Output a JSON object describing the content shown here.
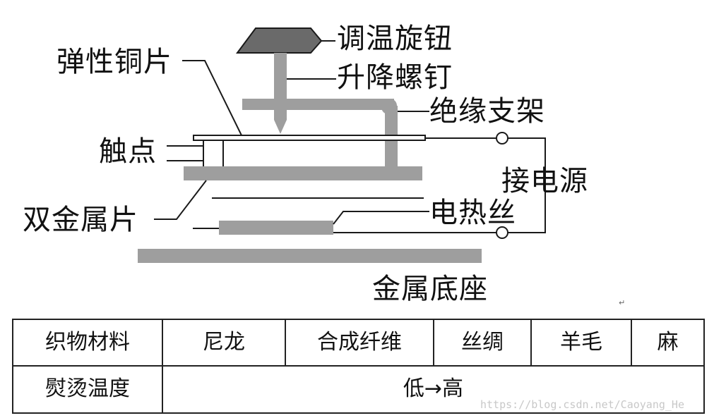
{
  "diagram": {
    "labels": {
      "knob": "调温旋钮",
      "screw": "升降螺钉",
      "copper": "弹性铜片",
      "frame": "绝缘支架",
      "contact": "触点",
      "power": "接电源",
      "bimetal": "双金属片",
      "heater": "电热丝",
      "base": "金属底座"
    },
    "colors": {
      "gray": "#9e9e9e",
      "dark": "#6a6a6a",
      "line": "#1a1a1a"
    }
  },
  "table": {
    "row1": {
      "header": "织物材料",
      "cells": [
        "尼龙",
        "合成纤维",
        "丝绸",
        "羊毛",
        "麻"
      ]
    },
    "row2": {
      "header": "熨烫温度",
      "value": "低→高"
    }
  },
  "watermark": "https://blog.csdn.net/Caoyang_He",
  "return_mark": "↵"
}
